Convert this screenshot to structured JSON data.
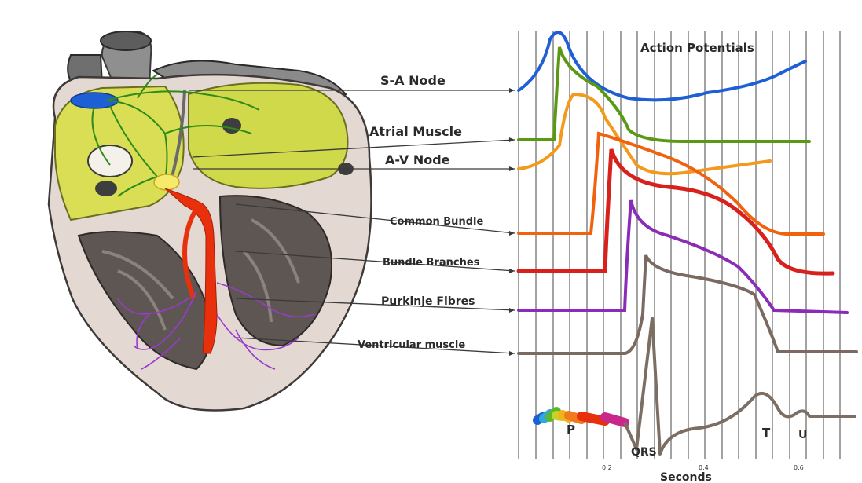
{
  "title": "Action Potentials",
  "x_axis": {
    "label": "Seconds",
    "ticks": [
      "0.2",
      "0.4",
      "0.6"
    ]
  },
  "structures": [
    {
      "id": "sa",
      "label": "S-A Node",
      "color": "#1f5fd6"
    },
    {
      "id": "atrial",
      "label": "Atrial Muscle",
      "color": "#5a9a12"
    },
    {
      "id": "av",
      "label": "A-V Node",
      "color": "#f39a1c"
    },
    {
      "id": "common",
      "label": "Common Bundle",
      "color": "#f0620e"
    },
    {
      "id": "branches",
      "label": "Bundle Branches",
      "color": "#d8201c"
    },
    {
      "id": "purkinje",
      "label": "Purkinje Fibres",
      "color": "#8a2cb8"
    },
    {
      "id": "ventricular",
      "label": "Ventricular muscle",
      "color": "#7a6a62"
    }
  ],
  "ecg_waves": [
    "P",
    "QRS",
    "T",
    "U"
  ],
  "colors": {
    "heart_wall": "#e4d8d2",
    "atria": "#d9de55",
    "grid": "#8a8a8a",
    "ecg": "#7d6e64",
    "nerve": "#2e8a1a",
    "conduction": "#e8300c",
    "purkinje_net": "#9a3ad0"
  }
}
